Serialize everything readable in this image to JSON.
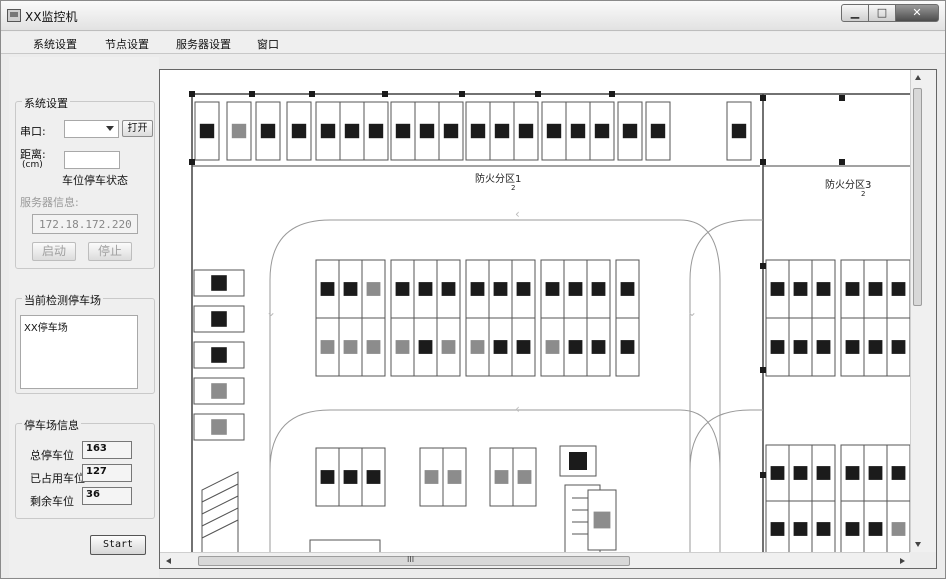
{
  "window": {
    "title": "XX监控机",
    "minimize_glyph": "▁",
    "maximize_glyph": "□",
    "close_glyph": "✕"
  },
  "menu": {
    "items": [
      "系统设置",
      "节点设置",
      "服务器设置",
      "窗口"
    ]
  },
  "settings": {
    "group_title": "系统设置",
    "port_label": "串口:",
    "port_value": "",
    "open_label": "打开",
    "distance_label": "距离:",
    "distance_unit": "(cm)",
    "distance_value": "",
    "status_label": "车位停车状态",
    "server_label": "服务器信息:",
    "server_ip": "172.18.172.220",
    "start_label": "启动",
    "stop_label": "停止"
  },
  "current_lot": {
    "group_title": "当前检测停车场",
    "items": [
      "XX停车场"
    ]
  },
  "lot_info": {
    "group_title": "停车场信息",
    "total_label": "总停车位",
    "total_value": "163",
    "used_label": "已占用车位",
    "used_value": "127",
    "free_label": "剩余车位",
    "free_value": "36"
  },
  "start_button": "Start",
  "map": {
    "zone_labels": [
      {
        "text": "防火分区1",
        "sub": "2"
      },
      {
        "text": "防火分区3",
        "sub": "2"
      }
    ],
    "colors": {
      "occupied": "#1b1b1b",
      "free": "#8c8c8c",
      "outline": "#555555"
    },
    "states": {
      "top_row": "OFOOOOOOOOOOOOOOOO",
      "mid_upper": "OOFOOOOOOOOOO",
      "mid_lower": "FFFFOFFOOFOOO",
      "left_col": "OOOFF",
      "right_upper": "OOOOOO",
      "right_lower": "OOOOOO",
      "bottom_row": "OOOFFFF",
      "far_right_a": "OOOOOO",
      "far_right_b": "OOOOOF"
    }
  },
  "scroll": {
    "h_grip": "III"
  }
}
